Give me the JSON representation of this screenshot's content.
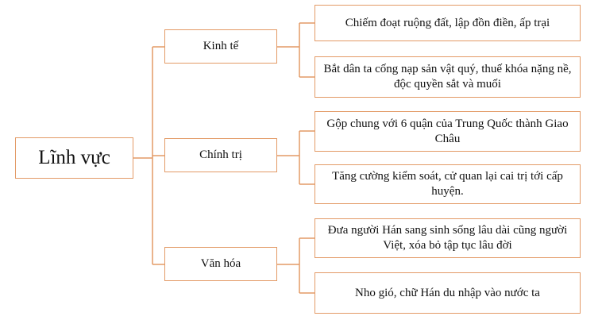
{
  "diagram": {
    "root": {
      "label": "Lĩnh vực"
    },
    "categories": [
      {
        "label": "Kinh tế",
        "items": [
          "Chiếm đoạt ruộng đất, lập đồn điền, ấp trại",
          "Bắt dân ta cống nạp sản vật quý, thuế khóa nặng nề, độc quyền sắt và muối"
        ]
      },
      {
        "label": "Chính trị",
        "items": [
          "Gộp chung với 6 quận của Trung Quốc thành Giao Châu",
          "Tăng cường kiểm soát, cử quan lại cai trị tới cấp huyện."
        ]
      },
      {
        "label": "Văn hóa",
        "items": [
          "Đưa người Hán sang sinh sống lâu dài cũng người Việt, xóa bỏ tập tục lâu đời",
          "Nho gió, chữ Hán du nhập vào nước ta"
        ]
      }
    ],
    "colors": {
      "border": "#e39a66",
      "text": "#111111",
      "background": "#ffffff"
    }
  }
}
